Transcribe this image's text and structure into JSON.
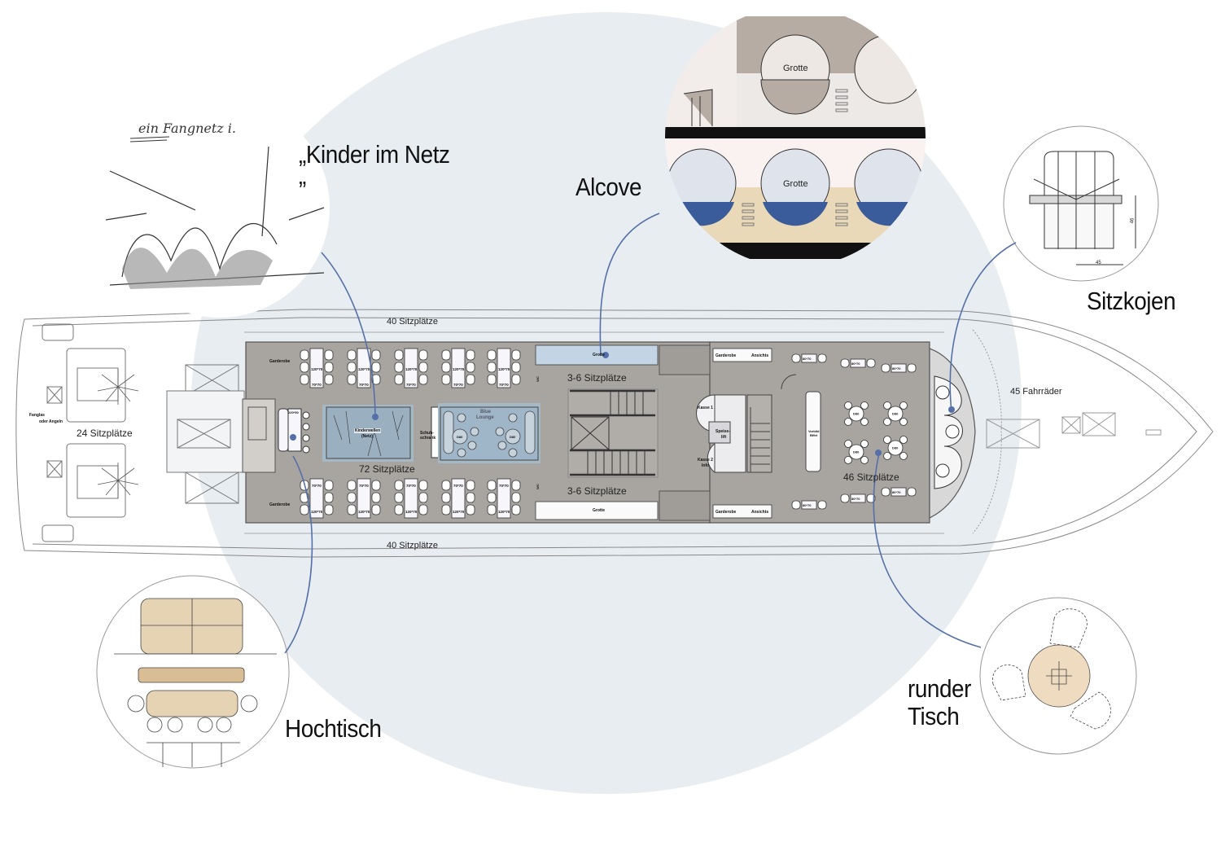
{
  "callouts": {
    "kinder_netz": {
      "title_line1": "„Kinder im Netz",
      "title_line2": "”",
      "sketch_caption": "ein Fangnetz i."
    },
    "alcove": {
      "title": "Alcove",
      "grotte_upper": "Grotte",
      "grotte_lower": "Grotte"
    },
    "sitzkojen": {
      "title": "Sitzkojen",
      "dim_height": "46",
      "dim_width": "45"
    },
    "hochtisch": {
      "title": "Hochtisch"
    },
    "runder_tisch": {
      "title_line1": "runder",
      "title_line2": "Tisch"
    }
  },
  "deck": {
    "stern_seating": "24 Sitzplätze",
    "stern_note_line1": "Fanglas",
    "stern_note_line2": "oder Angeln",
    "side_top_seating": "40 Sitzplätze",
    "side_bottom_seating": "40 Sitzplätze",
    "main_salon_seating": "72 Sitzplätze",
    "alcove_top_seating": "3-6 Sitzplätze",
    "alcove_bottom_seating": "3-6 Sitzplätze",
    "bow_salon_seating": "46 Sitzplätze",
    "bow_bikes": "45 Fahrräder",
    "garderobe": "Garderobe",
    "grotte_top": "Grotte",
    "grotte_bottom": "Grotte",
    "kinderwellen_line1": "Kinderwellen",
    "kinderwellen_line2": "(Netz)",
    "blue_lounge_line1": "Blue",
    "blue_lounge_line2": "Lounge",
    "schuhschrank_line1": "Schuh-",
    "schuhschrank_line2": "schrank",
    "lounge_table": "D80",
    "hochtisch_size": "220*50",
    "table_120": "120*70",
    "table_70": "70*70",
    "table_80": "80*70",
    "garderobe_top": "Garderobe",
    "ansichts_top": "Ansichts",
    "garderobe_bottom": "Garderobe",
    "ansichts_bottom": "Ansichts",
    "kasse1": "Kasse 1",
    "kasse2_line1": "Kasse 2",
    "kasse2_line2": "Info",
    "speiselift_line1": "Speise-",
    "speiselift_line2": "lift",
    "buffet_line1": "Vorbild",
    "buffet_line2": "Bffet",
    "round_table": "D80",
    "wc": "WC"
  },
  "colors": {
    "highlight_circle": "#e8edf2",
    "deck_floor": "#a09c98",
    "lounge_blue": "#9fb6c8",
    "callout_line": "#5570a8",
    "water_blue": "#3a5c9a",
    "wood": "#e9d9b8"
  }
}
